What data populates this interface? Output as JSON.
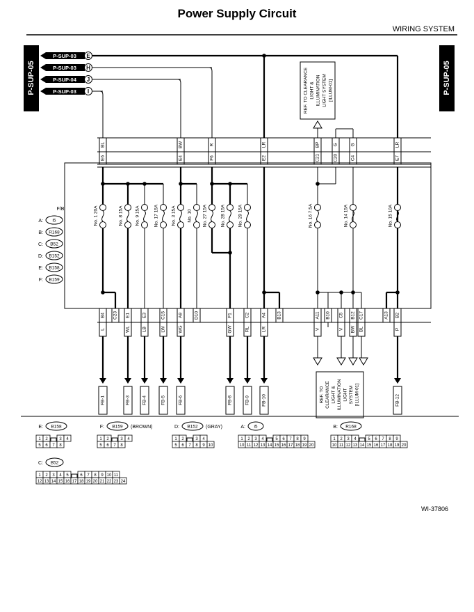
{
  "header": {
    "title": "Power Supply Circuit",
    "section": "WIRING SYSTEM"
  },
  "tabs": {
    "left": "P-SUP-05",
    "right": "P-SUP-05"
  },
  "sources": [
    {
      "ref": "P-SUP-03",
      "letter": "E"
    },
    {
      "ref": "P-SUP-03",
      "letter": "H"
    },
    {
      "ref": "P-SUP-04",
      "letter": "J"
    },
    {
      "ref": "P-SUP-03",
      "letter": "I"
    }
  ],
  "fb_legend": {
    "title": "F/B",
    "items": [
      {
        "key": "A:",
        "conn": "i5"
      },
      {
        "key": "B:",
        "conn": "R168"
      },
      {
        "key": "C:",
        "conn": "B52"
      },
      {
        "key": "D:",
        "conn": "B152"
      },
      {
        "key": "E:",
        "conn": "B158"
      },
      {
        "key": "F:",
        "conn": "B159"
      }
    ]
  },
  "top_terminals": [
    {
      "pin": "E6",
      "wire": "BL"
    },
    {
      "pin": "E4",
      "wire": "BW"
    },
    {
      "pin": "F6",
      "wire": "R"
    },
    {
      "pin": "E2",
      "wire": "LR"
    },
    {
      "pin": "C21",
      "wire": "BP"
    },
    {
      "pin": "C20",
      "wire": "G"
    },
    {
      "pin": "C4",
      "wire": "G"
    },
    {
      "pin": "E7",
      "wire": "LR"
    }
  ],
  "fuses": [
    "No. 1 20A",
    "No. 8 15A",
    "No. 9 15A",
    "No. 17 15A",
    "No. 3 15A",
    "No. 10",
    "No. 27 15A",
    "No. 28 15A",
    "No. 29 15A",
    "No. 16 7.5A",
    "No. 14 15A",
    "No. 15 10A"
  ],
  "bottom_terminals": [
    {
      "pin": "B4",
      "wire": "L"
    },
    {
      "pin": "C23",
      "wire": ""
    },
    {
      "pin": "E1",
      "wire": "WL"
    },
    {
      "pin": "E3",
      "wire": "LB"
    },
    {
      "pin": "C15",
      "wire": "LW"
    },
    {
      "pin": "A9",
      "wire": "WG"
    },
    {
      "pin": "D10",
      "wire": ""
    },
    {
      "pin": "F1",
      "wire": "GW"
    },
    {
      "pin": "C2",
      "wire": "RL"
    },
    {
      "pin": "A4",
      "wire": "LR"
    },
    {
      "pin": "B13",
      "wire": ""
    },
    {
      "pin": "A11",
      "wire": "V"
    },
    {
      "pin": "B10",
      "wire": ""
    },
    {
      "pin": "C5",
      "wire": "V"
    },
    {
      "pin": "B12",
      "wire": "BW"
    },
    {
      "pin": "C17",
      "wire": "BL"
    },
    {
      "pin": "A13",
      "wire": ""
    },
    {
      "pin": "B2",
      "wire": "P"
    }
  ],
  "destinations": [
    "FB-1",
    "FB-3",
    "FB-4",
    "FB-5",
    "FB-6",
    "FB-8",
    "FB-9",
    "FB-10",
    "FB-12"
  ],
  "ref_top": [
    "REF. TO CLEARANCE",
    "LIGHT &",
    "ILLUMINATION",
    "LIGHT SYSTEM",
    "[ILLUM-01]"
  ],
  "ref_bottom": [
    "REF. TO",
    "CLEARANCE",
    "LIGHT &",
    "ILLUMINATION",
    "LIGHT",
    "SYSTEM",
    "[ILLUM-01]"
  ],
  "connectors": [
    {
      "key": "E:",
      "conn": "B158",
      "note": "",
      "rows": [
        [
          "1",
          "2",
          "",
          "3",
          "4"
        ],
        [
          "5",
          "6",
          "7",
          "8"
        ]
      ]
    },
    {
      "key": "F:",
      "conn": "B159",
      "note": "(BROWN)",
      "rows": [
        [
          "1",
          "2",
          "",
          "3",
          "4"
        ],
        [
          "5",
          "6",
          "7",
          "8"
        ]
      ]
    },
    {
      "key": "D:",
      "conn": "B152",
      "note": "(GRAY)",
      "rows": [
        [
          "1",
          "2",
          "",
          "3",
          "4"
        ],
        [
          "5",
          "6",
          "7",
          "8",
          "9",
          "10"
        ]
      ]
    },
    {
      "key": "A:",
      "conn": "i5",
      "note": "",
      "rows": [
        [
          "1",
          "2",
          "3",
          "4",
          "",
          "5",
          "6",
          "7",
          "8",
          "9"
        ],
        [
          "10",
          "11",
          "12",
          "13",
          "14",
          "15",
          "16",
          "17",
          "18",
          "19",
          "20"
        ]
      ]
    },
    {
      "key": "B:",
      "conn": "R168",
      "note": "",
      "rows": [
        [
          "1",
          "2",
          "3",
          "4",
          "",
          "5",
          "6",
          "7",
          "8",
          "9"
        ],
        [
          "10",
          "11",
          "12",
          "13",
          "14",
          "15",
          "16",
          "17",
          "18",
          "19",
          "20"
        ]
      ]
    },
    {
      "key": "C:",
      "conn": "B52",
      "note": "",
      "rows": [
        [
          "1",
          "2",
          "3",
          "4",
          "5",
          "",
          "6",
          "7",
          "8",
          "9",
          "10",
          "11"
        ],
        [
          "12",
          "13",
          "14",
          "15",
          "16",
          "17",
          "18",
          "19",
          "20",
          "21",
          "22",
          "23",
          "24"
        ]
      ]
    }
  ],
  "doc_id": "WI-37806"
}
